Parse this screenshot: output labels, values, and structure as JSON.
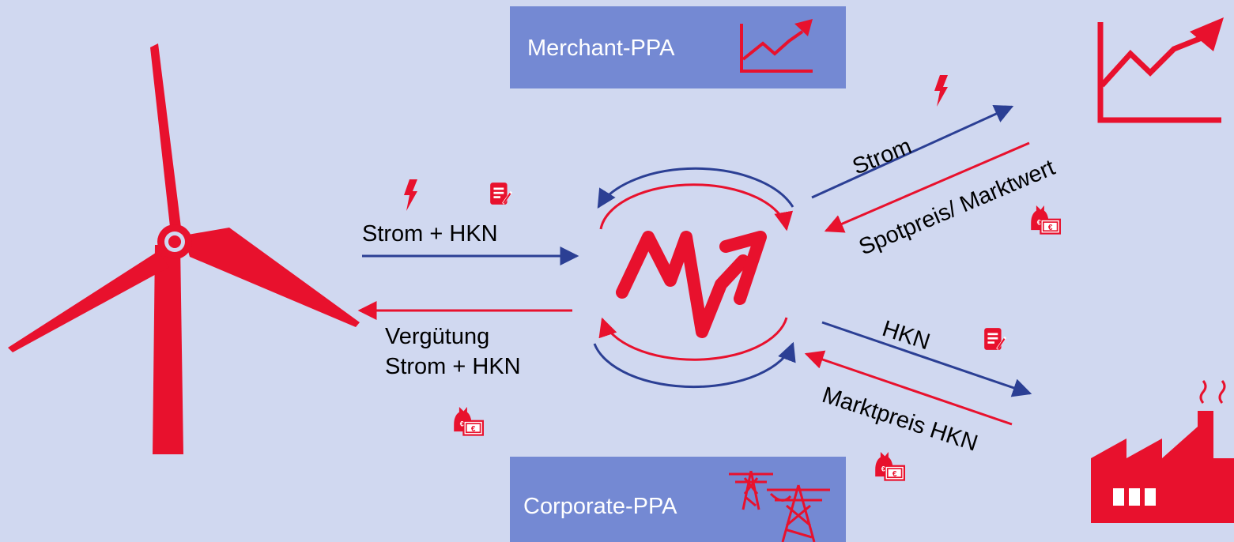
{
  "colors": {
    "background": "#d0d8f0",
    "box": "#7489d3",
    "red": "#e8112d",
    "blue": "#2b3f94"
  },
  "boxes": {
    "merchant": {
      "label": "Merchant-PPA",
      "icon": "chart-up-icon"
    },
    "corporate": {
      "label": "Corporate-PPA",
      "icon": "power-pylon-icon"
    }
  },
  "labels": {
    "left_top": "Strom + HKN",
    "left_bottom_1": "Vergütung",
    "left_bottom_2": "Strom + HKN",
    "right_top_1": "Strom",
    "right_top_2": "Spotpreis/ Marktwert",
    "right_bottom_1": "HKN",
    "right_bottom_2": "Marktpreis HKN"
  },
  "icons": {
    "wind_turbine": "wind-turbine-icon",
    "logo": "wave-logo-icon",
    "lightning": "lightning-icon",
    "certificate": "certificate-icon",
    "money": "money-bag-icon",
    "market_chart": "chart-up-icon",
    "factory": "factory-icon"
  }
}
